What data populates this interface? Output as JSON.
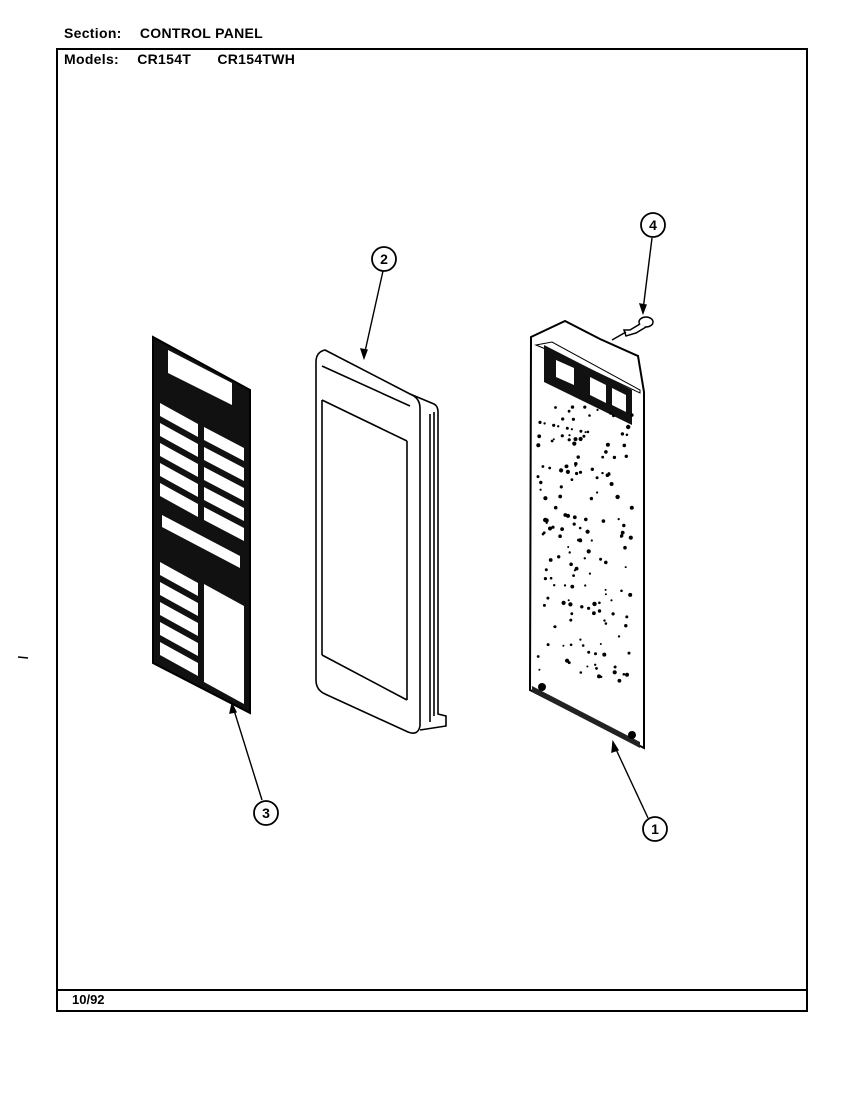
{
  "header": {
    "section_label": "Section:",
    "section_value": "CONTROL PANEL",
    "models_label": "Models:",
    "model_1": "CR154T",
    "model_2": "CR154TWH"
  },
  "footer": {
    "date": "10/92"
  },
  "callouts": [
    {
      "id": "1",
      "part": "control-board"
    },
    {
      "id": "2",
      "part": "control-panel-frame"
    },
    {
      "id": "3",
      "part": "touch-panel-overlay"
    },
    {
      "id": "4",
      "part": "screw"
    }
  ]
}
